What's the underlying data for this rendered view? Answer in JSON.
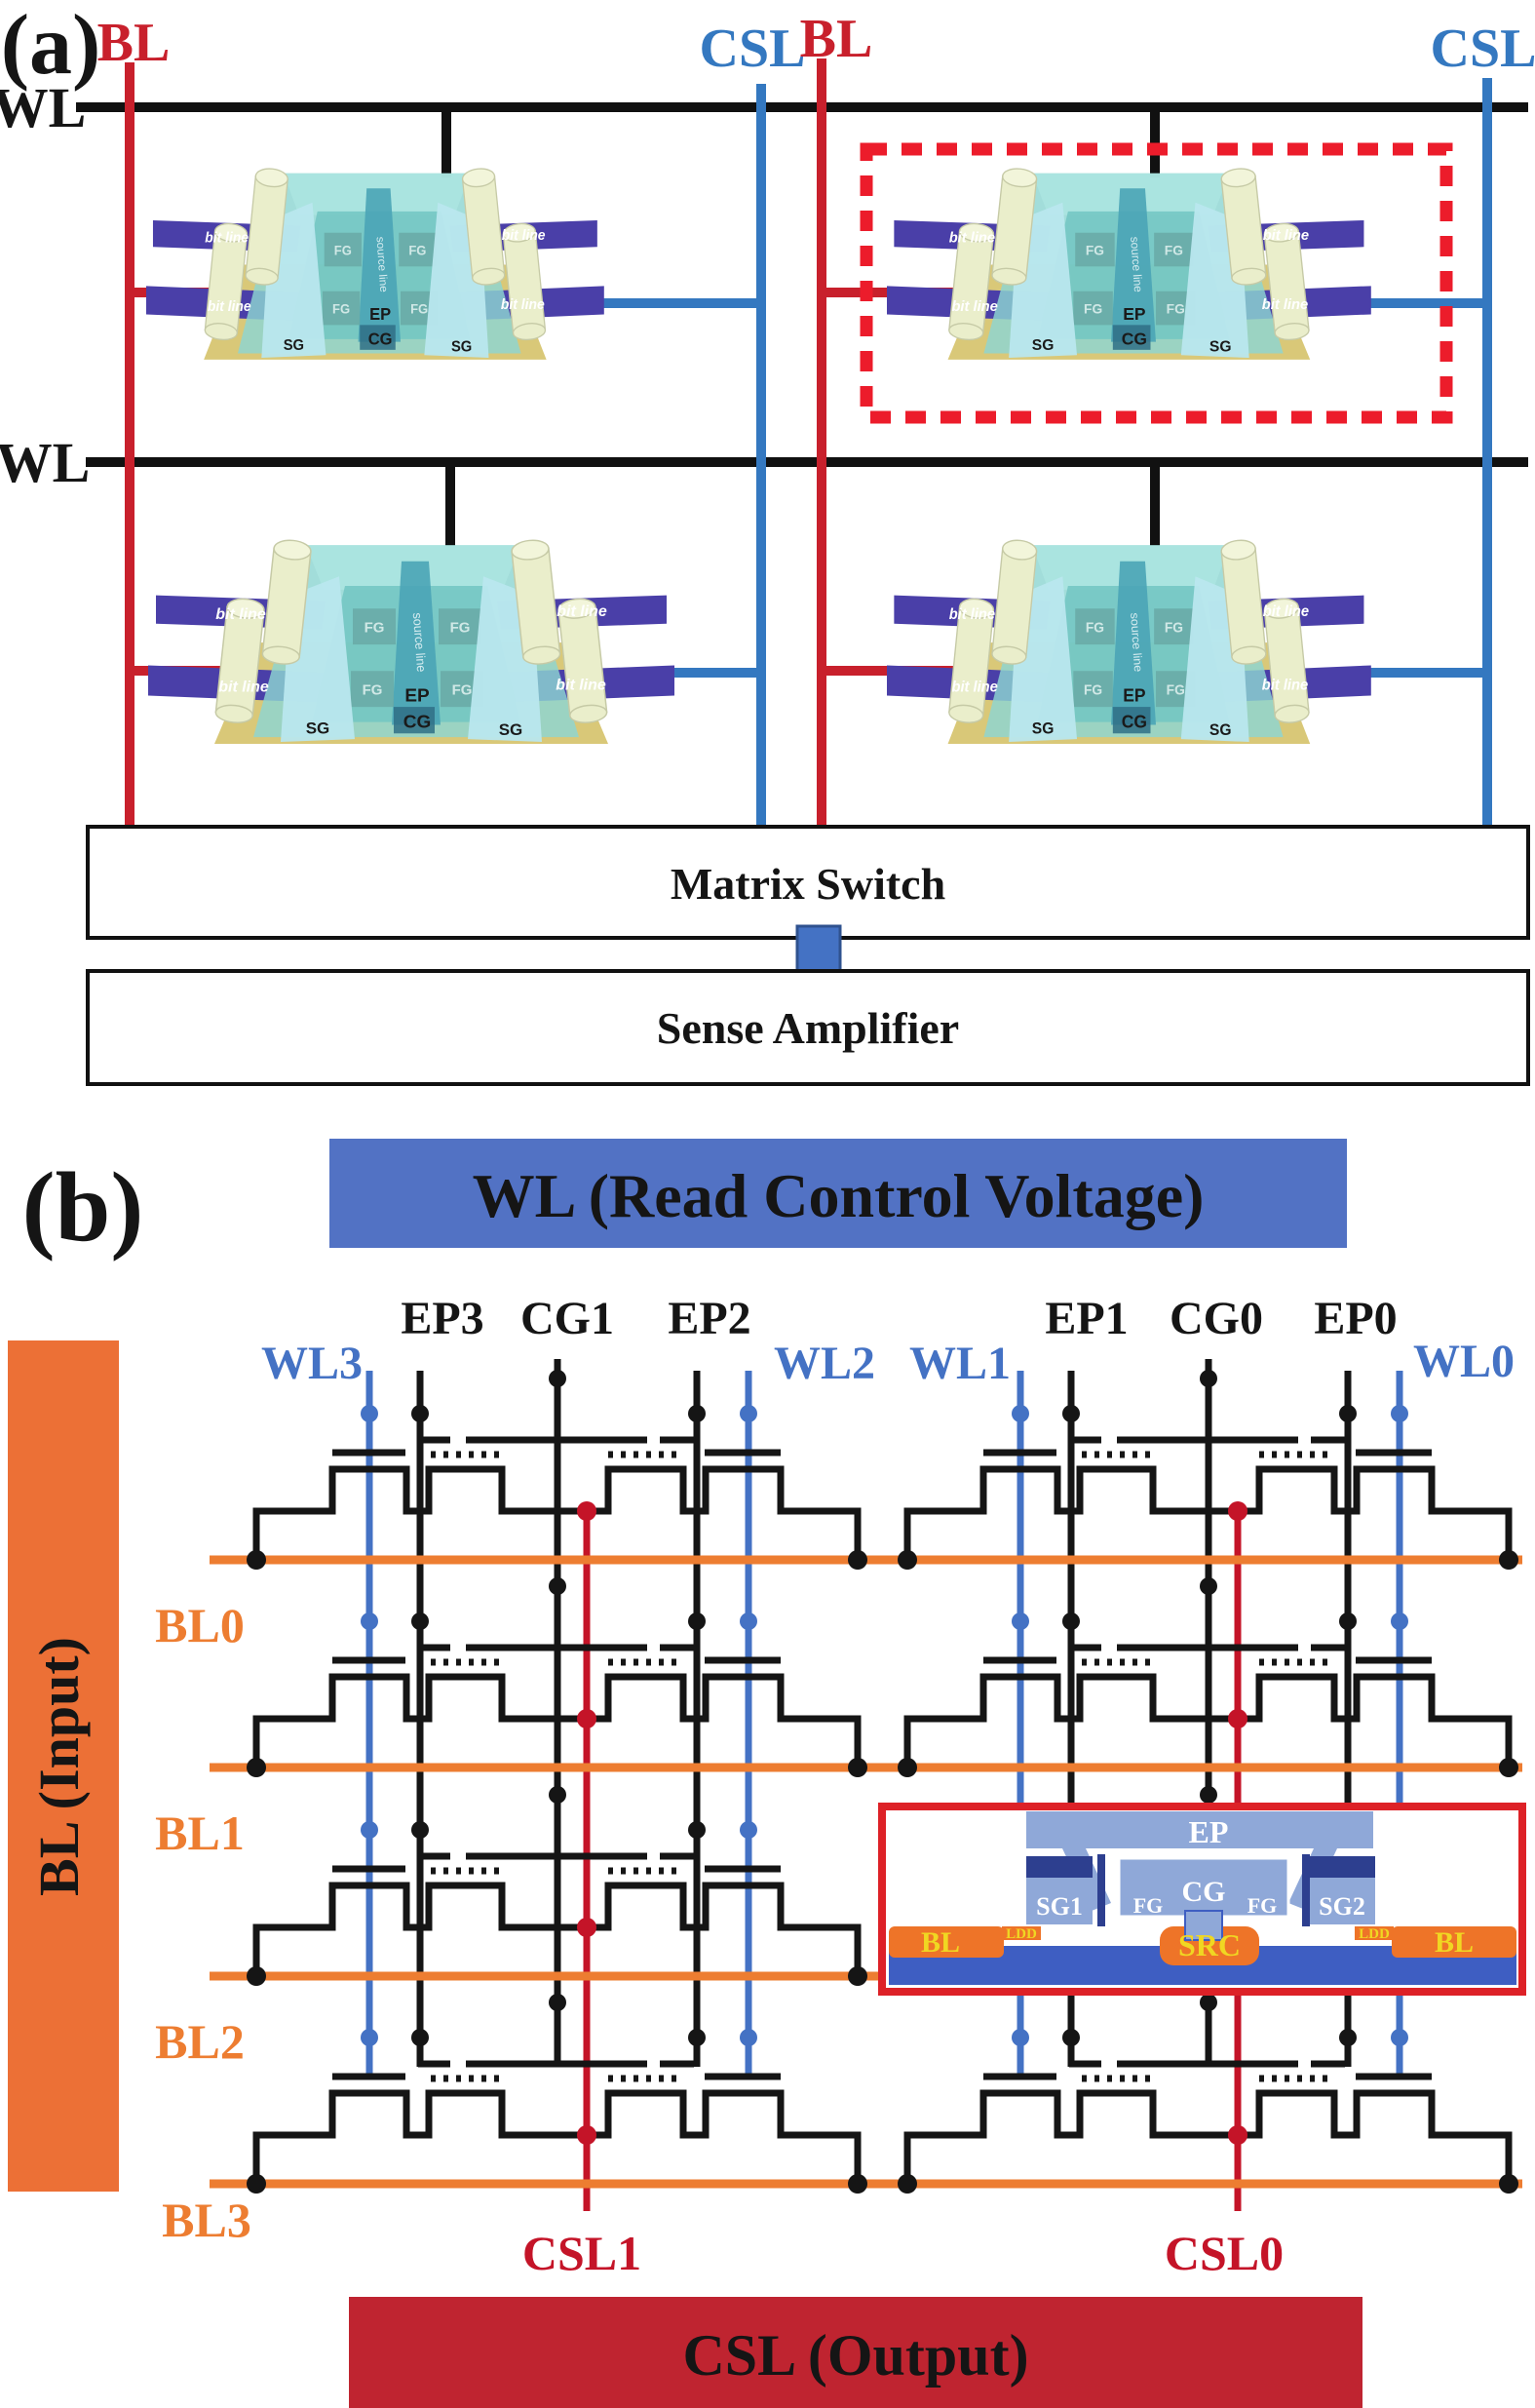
{
  "figure": {
    "panel_a": {
      "tag": "(a)",
      "wl_label": "WL",
      "bl_label": "BL",
      "csl_label": "CSL",
      "matrix_switch_label": "Matrix Switch",
      "sense_amplifier_label": "Sense Amplifier"
    },
    "device": {
      "bit_line": "bit line",
      "source_line": "source line",
      "fg": "FG",
      "sg": "SG",
      "ep": "EP",
      "cg": "CG"
    },
    "panel_b": {
      "tag": "(b)",
      "wl_banner": "WL (Read Control Voltage)",
      "bl_banner": "BL (Input)",
      "csl_banner": "CSL (Output)",
      "col_labels": [
        "EP3",
        "CG1",
        "EP2",
        "EP1",
        "CG0",
        "EP0"
      ],
      "wl_labels": [
        "WL3",
        "WL2",
        "WL1",
        "WL0"
      ],
      "bl_labels": [
        "BL0",
        "BL1",
        "BL2",
        "BL3"
      ],
      "csl_labels": [
        "CSL1",
        "CSL0"
      ],
      "inset": {
        "ep": "EP",
        "cg": "CG",
        "sg1": "SG1",
        "sg2": "SG2",
        "fg": "FG",
        "bl": "BL",
        "ldd": "LDD",
        "src": "SRC"
      }
    },
    "colors": {
      "bl_red": "#c8202c",
      "csl_blue": "#3478c0",
      "dashed_red": "#ec1c2b",
      "arrow_blue": "#4472c4",
      "banner_blue": "#5272c4",
      "banner_red": "#bf2430",
      "orange_line": "#ed7d31",
      "orange_bar": "#ec7036",
      "schematic_red": "#c41428",
      "schematic_blue": "#4472c4"
    }
  }
}
